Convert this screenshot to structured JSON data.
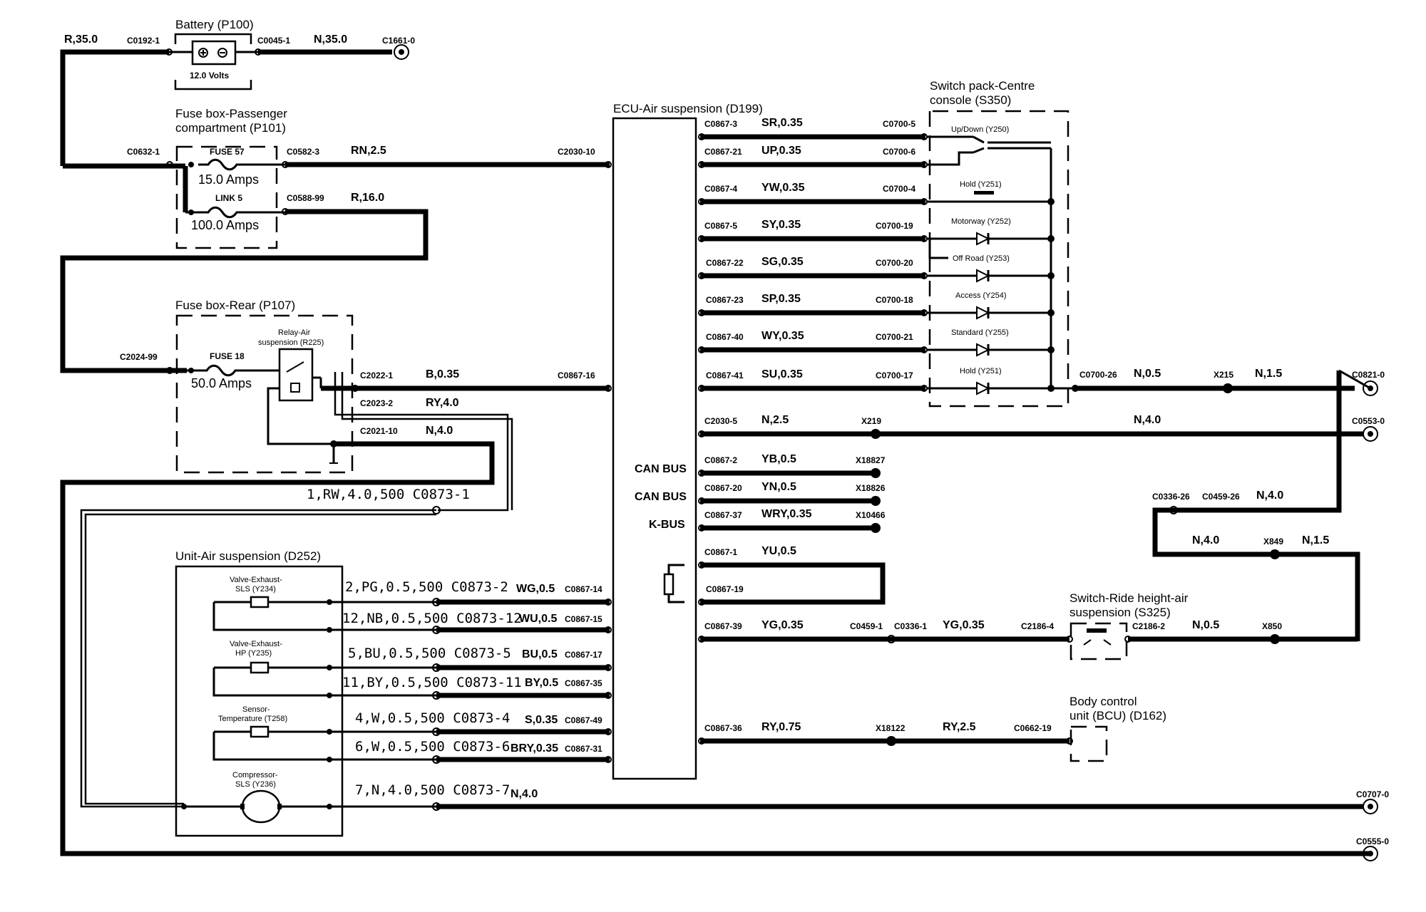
{
  "components": {
    "battery": {
      "title": "Battery (P100)",
      "voltage": "12.0 Volts"
    },
    "fuse_box_passenger": {
      "title1": "Fuse box-Passenger",
      "title2": "compartment (P101)",
      "fuse": "FUSE 57",
      "fuse_rating": "15.0 Amps",
      "link": "LINK 5",
      "link_rating": "100.0 Amps"
    },
    "fuse_box_rear": {
      "title": "Fuse box-Rear (P107)",
      "fuse": "FUSE 18",
      "fuse_rating": "50.0 Amps",
      "relay1": "Relay-Air",
      "relay2": "suspension (R225)"
    },
    "ecu": {
      "title": "ECU-Air suspension (D199)",
      "can1": "CAN BUS",
      "can2": "CAN BUS",
      "kbus": "K-BUS"
    },
    "switch_pack": {
      "title1": "Switch pack-Centre",
      "title2": "console (S350)",
      "switches": [
        "Up/Down (Y250)",
        "Hold (Y251)",
        "Motorway (Y252)",
        "Off Road (Y253)",
        "Access (Y254)",
        "Standard (Y255)",
        "Hold (Y251)"
      ]
    },
    "unit_air": {
      "title": "Unit-Air suspension (D252)",
      "valve_sls1": "Valve-Exhaust-",
      "valve_sls2": "SLS (Y234)",
      "valve_hp1": "Valve-Exhaust-",
      "valve_hp2": "HP (Y235)",
      "sensor1": "Sensor-",
      "sensor2": "Temperature (T258)",
      "comp1": "Compressor-",
      "comp2": "SLS (Y236)"
    },
    "ride_switch": {
      "title1": "Switch-Ride height-air",
      "title2": "suspension (S325)"
    },
    "bcu": {
      "title1": "Body control",
      "title2": "unit (BCU) (D162)"
    }
  },
  "labels": {
    "bat_left_wire": "R,35.0",
    "bat_left_conn": "C0192-1",
    "bat_right_conn": "C0045-1",
    "bat_right_wire": "N,35.0",
    "bat_ground": "C1661-0",
    "pb_in_conn": "C0632-1",
    "pb_out_conn": "C0582-3",
    "pb_out_wire": "RN,2.5",
    "pb_ecu_conn": "C2030-10",
    "link_out_conn": "C0588-99",
    "link_out_wire": "R,16.0",
    "rear_in_conn": "C2024-99",
    "rear_b_conn": "C2022-1",
    "rear_b_wire": "B,0.35",
    "rear_ecu_conn": "C0867-16",
    "rear_ry_conn": "C2023-2",
    "rear_ry_wire": "RY,4.0",
    "rear_n_conn": "C2021-10",
    "rear_n_wire": "N,4.0",
    "c0873_1": "1,RW,4.0,500  C0873-1",
    "ecu_pins": [
      {
        "ecu": "C0867-3",
        "wire": "SR,0.35",
        "sw": "C0700-5"
      },
      {
        "ecu": "C0867-21",
        "wire": "UP,0.35",
        "sw": "C0700-6"
      },
      {
        "ecu": "C0867-4",
        "wire": "YW,0.35",
        "sw": "C0700-4"
      },
      {
        "ecu": "C0867-5",
        "wire": "SY,0.35",
        "sw": "C0700-19"
      },
      {
        "ecu": "C0867-22",
        "wire": "SG,0.35",
        "sw": "C0700-20"
      },
      {
        "ecu": "C0867-23",
        "wire": "SP,0.35",
        "sw": "C0700-18"
      },
      {
        "ecu": "C0867-40",
        "wire": "WY,0.35",
        "sw": "C0700-21"
      },
      {
        "ecu": "C0867-41",
        "wire": "SU,0.35",
        "sw": "C0700-17"
      }
    ],
    "sw_gnd_conn": "C0700-26",
    "sw_gnd_wire": "N,0.5",
    "x215": "X215",
    "sw_gnd_wire2": "N,1.5",
    "gnd_c0821": "C0821-0",
    "ecu_gnd_conn": "C2030-5",
    "ecu_gnd_wire": "N,2.5",
    "x219": "X219",
    "ecu_gnd_wire2": "N,4.0",
    "gnd_c0553": "C0553-0",
    "can1_pin": "C0867-2",
    "can1_wire": "YB,0.5",
    "can1_x": "X18827",
    "can2_pin": "C0867-20",
    "can2_wire": "YN,0.5",
    "can2_x": "X18826",
    "kbus_pin": "C0867-37",
    "kbus_wire": "WRY,0.35",
    "kbus_x": "X10466",
    "yu_pin": "C0867-1",
    "yu_wire": "YU,0.5",
    "res_pin": "C0867-19",
    "c0336_26": "C0336-26",
    "c0459_26": "C0459-26",
    "n40_a": "N,4.0",
    "n40_b": "N,4.0",
    "x849": "X849",
    "n15_b": "N,1.5",
    "yg_pin": "C0867-39",
    "yg_wire": "YG,0.35",
    "c0459_1": "C0459-1",
    "c0336_1": "C0336-1",
    "yg_wire2": "YG,0.35",
    "c2186_4": "C2186-4",
    "c2186_2": "C2186-2",
    "rs_gnd_wire": "N,0.5",
    "x850": "X850",
    "ry_pin": "C0867-36",
    "ry_wire": "RY,0.75",
    "x18122": "X18122",
    "ry_wire2": "RY,2.5",
    "c0662_19": "C0662-19",
    "unit_lines": [
      {
        "left": "2,PG,0.5,500  C0873-2",
        "wire": "WG,0.5",
        "pin": "C0867-14"
      },
      {
        "left": "12,NB,0.5,500  C0873-12",
        "wire": "WU,0.5",
        "pin": "C0867-15"
      },
      {
        "left": "5,BU,0.5,500  C0873-5",
        "wire": "BU,0.5",
        "pin": "C0867-17"
      },
      {
        "left": "11,BY,0.5,500  C0873-11",
        "wire": "BY,0.5",
        "pin": "C0867-35"
      },
      {
        "left": "4,W,0.5,500  C0873-4",
        "wire": "S,0.35",
        "pin": "C0867-49"
      },
      {
        "left": "6,W,0.5,500  C0873-6",
        "wire": "BRY,0.35",
        "pin": "C0867-31"
      }
    ],
    "comp_line": "7,N,4.0,500  C0873-7",
    "comp_wire": "N,4.0",
    "gnd_c0707": "C0707-0",
    "gnd_c0555": "C0555-0"
  }
}
